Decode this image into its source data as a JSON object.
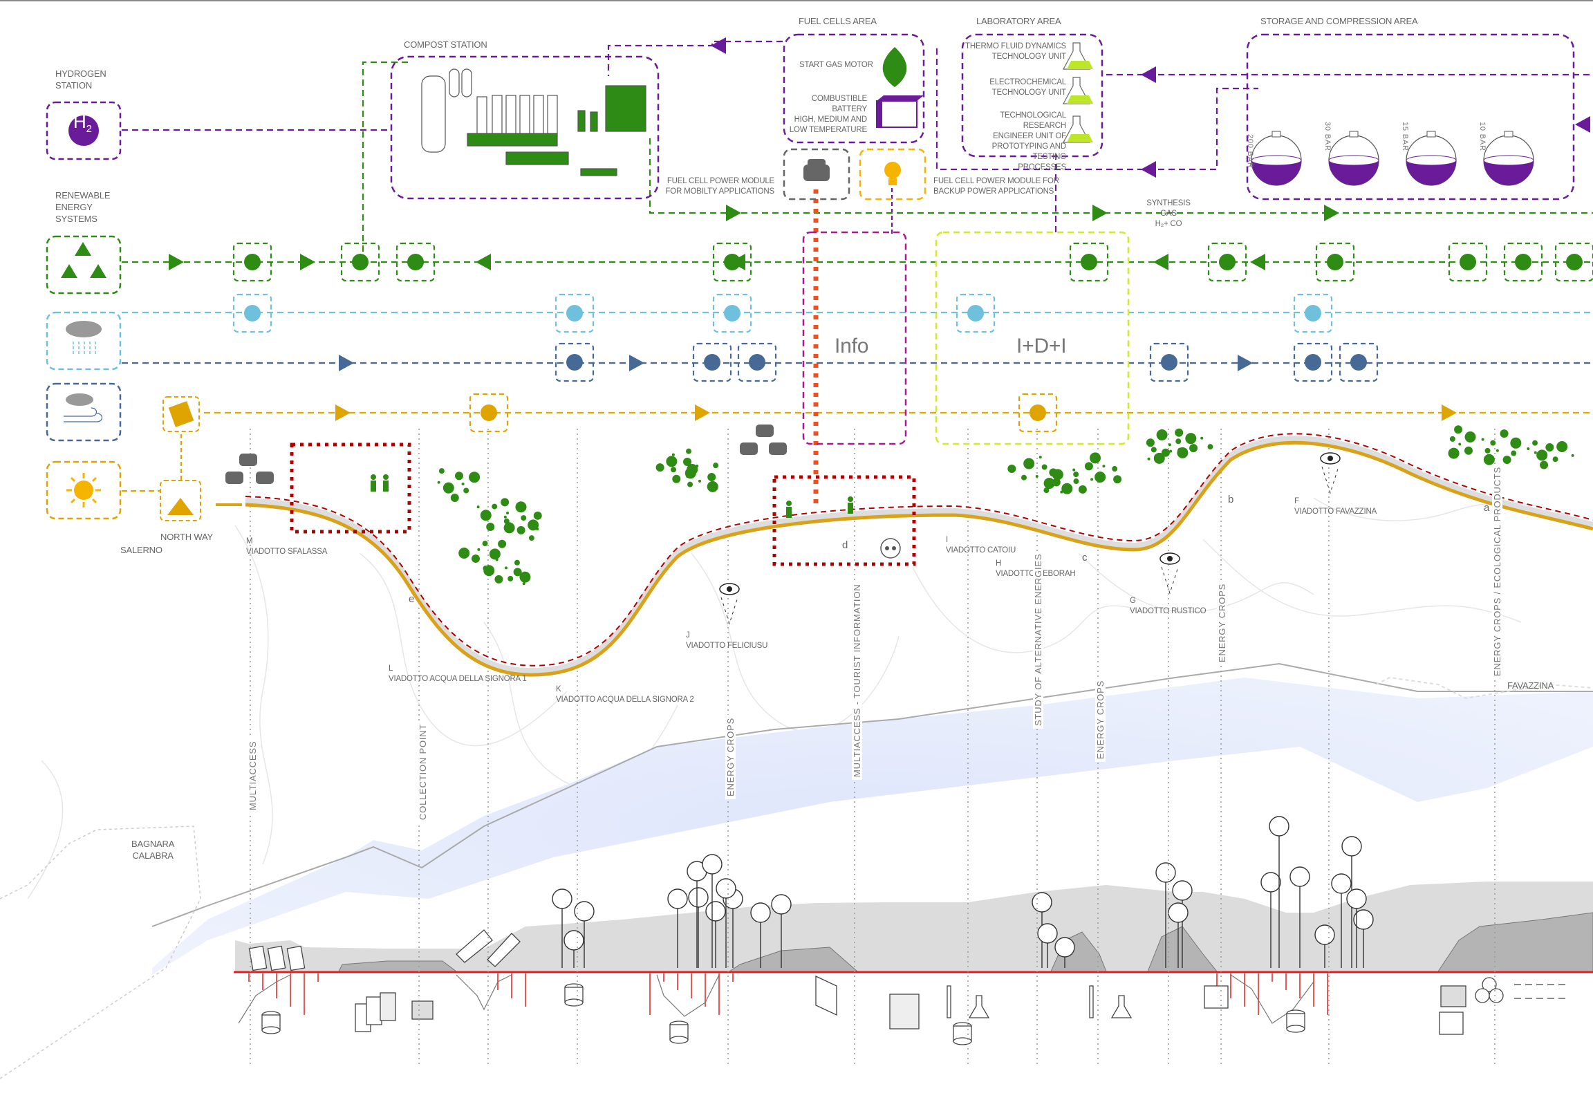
{
  "colors": {
    "purple": "#6a1b9a",
    "green": "#2e8b14",
    "light_blue": "#6fc0dc",
    "dark_blue": "#466a95",
    "yellow": "#e0a400",
    "lime": "#ccee22",
    "magenta": "#aa1a8c",
    "red": "#b00000",
    "orange": "#f05020",
    "road": "#d9a21b",
    "sea": "#e3e9fa",
    "hill_light": "#d8d8d8",
    "hill_dark": "#a8a8a8"
  },
  "sections": {
    "hydrogen_station": "HYDROGEN\nSTATION",
    "hydrogen_symbol": "H",
    "hydrogen_sub": "2",
    "renewable_energy": "RENEWABLE\nENERGY\nSYSTEMS",
    "compost_station": "COMPOST STATION",
    "fuel_cells_area": "FUEL CELLS AREA",
    "laboratory_area": "LABORATORY AREA",
    "storage_area": "STORAGE AND COMPRESSION AREA"
  },
  "fuel_cells": {
    "start_gas_motor": "START GAS MOTOR",
    "combustible_battery": "COMBUSTIBLE\nBATTERY\nHIGH, MEDIUM AND\nLOW TEMPERATURE",
    "mobility_module": "FUEL CELL POWER MODULE\nFOR MOBILTY APPLICATIONS",
    "backup_module": "FUEL CELL POWER MODULE FOR\nBACKUP POWER APPLICATIONS"
  },
  "laboratory": {
    "units": [
      "THERMO FLUID DYNAMICS\nTECHNOLOGY UNIT",
      "ELECTROCHEMICAL\nTECHNOLOGY UNIT",
      "TECHNOLOGICAL RESEARCH\nENGINEER UNIT OF\nPROTOTYPING AND TESTING\nPROCESSES"
    ]
  },
  "storage": {
    "tanks": [
      "200 BAR",
      "30 BAR",
      "15 BAR",
      "10 BAR"
    ]
  },
  "synthesis_gas": {
    "line1": "SYNTHESIS",
    "line2": "GAS",
    "formula": "H₂+ CO"
  },
  "hubs": {
    "info": "Info",
    "idi": "I+D+I"
  },
  "places": {
    "north_way": "NORTH WAY",
    "salerno": "SALERNO",
    "bagnara": "BAGNARA\nCALABRA",
    "favazzina": "FAVAZZINA"
  },
  "viaducts": [
    {
      "code": "M",
      "name": "VIADOTTO SFALASSA"
    },
    {
      "code": "L",
      "name": "VIADOTTO ACQUA DELLA SIGNORA 1"
    },
    {
      "code": "K",
      "name": "VIADOTTO ACQUA DELLA SIGNORA 2"
    },
    {
      "code": "J",
      "name": "VIADOTTO FELICIUSU"
    },
    {
      "code": "I",
      "name": "VIADOTTO CATOIU"
    },
    {
      "code": "H",
      "name": "VIADOTTO DEBORAH"
    },
    {
      "code": "G",
      "name": "VIADOTTO RUSTICO"
    },
    {
      "code": "F",
      "name": "VIADOTTO FAVAZZINA"
    }
  ],
  "segment_letters": [
    "e",
    "d",
    "c",
    "b",
    "a"
  ],
  "section_labels": [
    "MULTIACCESS",
    "COLLECTION POINT",
    "ENERGY CROPS",
    "MULTIACCESS - TOURIST INFORMATION",
    "STUDY OF ALTERNATIVE ENERGIES",
    "ENERGY CROPS",
    "ENERGY CROPS",
    "ENERGY CROPS / ECOLOGICAL PRODUCTS"
  ],
  "legend_icons": [
    {
      "icon": "recycle-icon",
      "system": "biomass"
    },
    {
      "icon": "rain-cloud-icon",
      "system": "water"
    },
    {
      "icon": "wind-cloud-icon",
      "system": "wind"
    },
    {
      "icon": "sun-icon",
      "system": "solar"
    }
  ]
}
